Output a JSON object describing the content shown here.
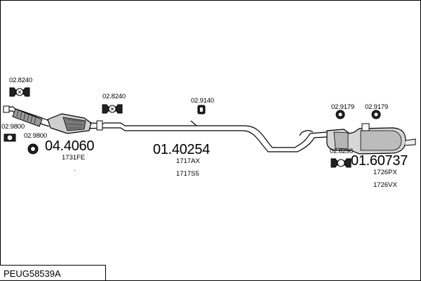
{
  "diagram": {
    "code": "PEUG58539A",
    "parts": {
      "front_pipe": {
        "code": "04.4060",
        "ref": "1731FE"
      },
      "middle_pipe": {
        "code": "01.40254",
        "refs": [
          "1717AX",
          "1717S5"
        ]
      },
      "rear_silencer": {
        "code": "01.60737",
        "refs": [
          "1726PX",
          "1726VX"
        ]
      }
    },
    "accessories": {
      "front_clamp_top": "02.8240",
      "front_clamp_mid": "02.8240",
      "front_gasket_left": "02.9800",
      "front_gasket_right": "02.9800",
      "mid_hanger": "02.9140",
      "rear_hanger_left": "02.9179",
      "rear_hanger_right": "02.9179",
      "rear_clamp": "02.8298"
    },
    "dot": "."
  }
}
